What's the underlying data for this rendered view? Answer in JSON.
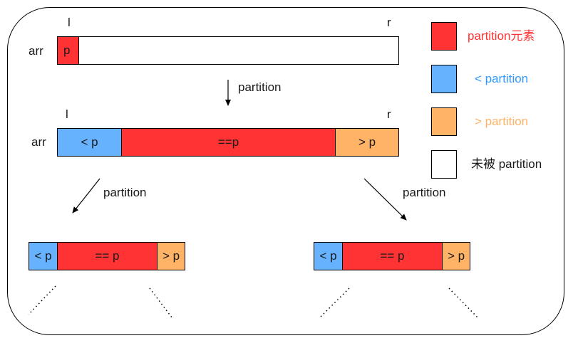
{
  "colors": {
    "red": "#ff3333",
    "blue": "#66b2ff",
    "orange": "#ffb366",
    "white": "#ffffff",
    "legend_red_text": "#ff3333",
    "legend_blue_text": "#3399ff",
    "legend_orange_text": "#ffb366"
  },
  "top_array": {
    "label": "arr",
    "l_marker": "l",
    "r_marker": "r",
    "pivot": "p"
  },
  "arrow_top": {
    "label": "partition"
  },
  "mid_array": {
    "label": "arr",
    "l_marker": "l",
    "r_marker": "r",
    "less": "< p",
    "equal": "==p",
    "greater": "> p"
  },
  "arrow_left": {
    "label": "partition"
  },
  "arrow_right": {
    "label": "partition"
  },
  "bottom_left": {
    "less": "< p",
    "equal": "== p",
    "greater": "> p"
  },
  "bottom_right": {
    "less": "< p",
    "equal": "== p",
    "greater": "> p"
  },
  "legend": [
    {
      "label": "partition元素",
      "color": "#ff3333"
    },
    {
      "label": "< partition",
      "color": "#66b2ff"
    },
    {
      "label": "> partition",
      "color": "#ffb366"
    },
    {
      "label": "未被 partition",
      "color": "#ffffff"
    }
  ]
}
